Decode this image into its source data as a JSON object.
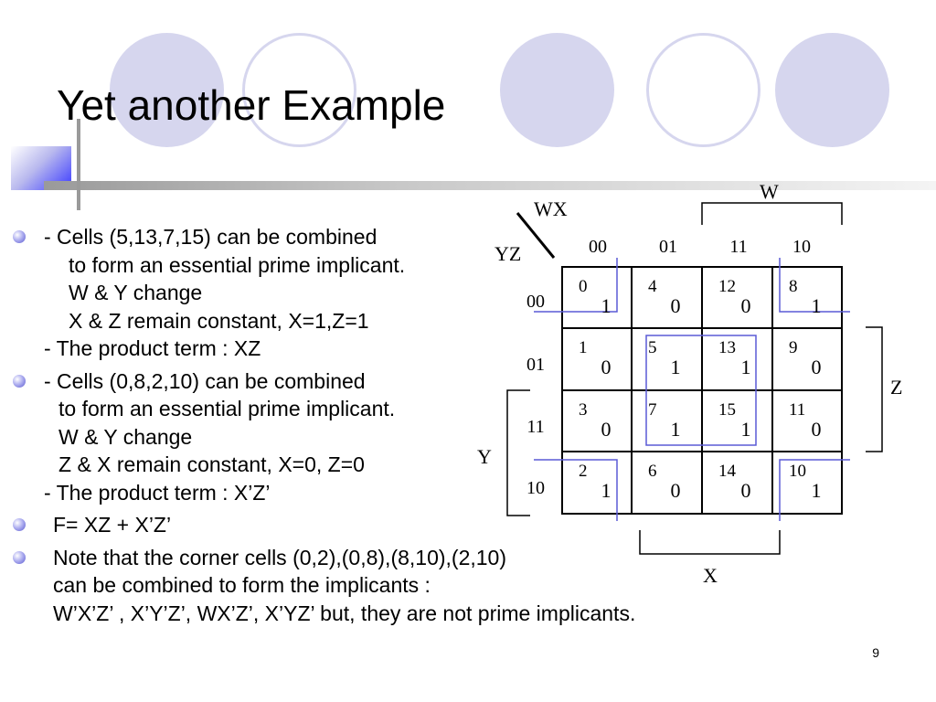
{
  "slide": {
    "title": "Yet another Example",
    "page_number": "9"
  },
  "bullets": [
    {
      "lines": [
        "- Cells (5,13,7,15) can be combined",
        "to form an essential prime implicant.",
        "W & Y change",
        "X & Z remain constant,  X=1,Z=1",
        "- The product term : XZ"
      ]
    },
    {
      "lines": [
        "- Cells (0,8,2,10) can be combined",
        "to form an essential prime implicant.",
        "W & Y change",
        "Z & X remain constant, X=0, Z=0",
        "- The product term : X’Z’"
      ]
    },
    {
      "lines": [
        "F= XZ + X’Z’"
      ]
    },
    {
      "lines": [
        "Note that the corner cells (0,2),(0,8),(8,10),(2,10)",
        "can be combined to form the implicants :",
        "W’X’Z’ , X’Y’Z’, WX’Z’, X’YZ’  but, they are not prime implicants."
      ]
    }
  ],
  "kmap": {
    "corner_col_label": "WX",
    "corner_row_label": "YZ",
    "col_headers": [
      "00",
      "01",
      "11",
      "10"
    ],
    "row_headers": [
      "00",
      "01",
      "11",
      "10"
    ],
    "cell_index": [
      [
        "0",
        "4",
        "12",
        "8"
      ],
      [
        "1",
        "5",
        "13",
        "9"
      ],
      [
        "3",
        "7",
        "15",
        "11"
      ],
      [
        "2",
        "6",
        "14",
        "10"
      ]
    ],
    "cell_value": [
      [
        "1",
        "0",
        "0",
        "1"
      ],
      [
        "0",
        "1",
        "1",
        "0"
      ],
      [
        "0",
        "1",
        "1",
        "0"
      ],
      [
        "1",
        "0",
        "0",
        "1"
      ]
    ],
    "brackets": {
      "W": "W",
      "X": "X",
      "Y": "Y",
      "Z": "Z"
    },
    "group_color": "#5a5ad6"
  },
  "theme": {
    "circle_fill": "#d6d6ee",
    "accent": "#3a3aff"
  }
}
